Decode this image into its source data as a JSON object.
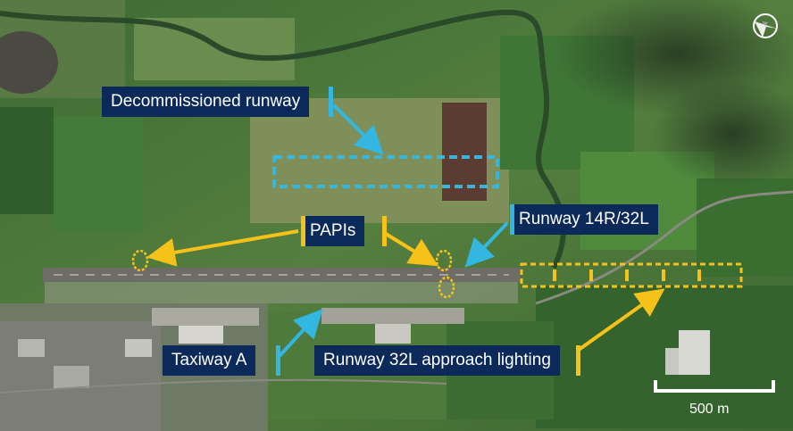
{
  "map": {
    "type": "annotated aerial photograph of an aerodrome",
    "colors": {
      "callout_background": "#0b2a5a",
      "callout_text": "#ffffff",
      "blue_marker": "#33b7e0",
      "yellow_marker": "#f6c21a",
      "grass": "#4a7a3a",
      "runway": "#6d6d66"
    }
  },
  "labels": {
    "decommissioned_runway": "Decommissioned runway",
    "papis": "PAPIs",
    "runway": "Runway 14R/32L",
    "taxiway": "Taxiway A",
    "approach_lighting": "Runway 32L approach lighting"
  },
  "scale_bar": {
    "label": "500 m"
  },
  "compass": {
    "icon": "north-arrow-icon"
  }
}
